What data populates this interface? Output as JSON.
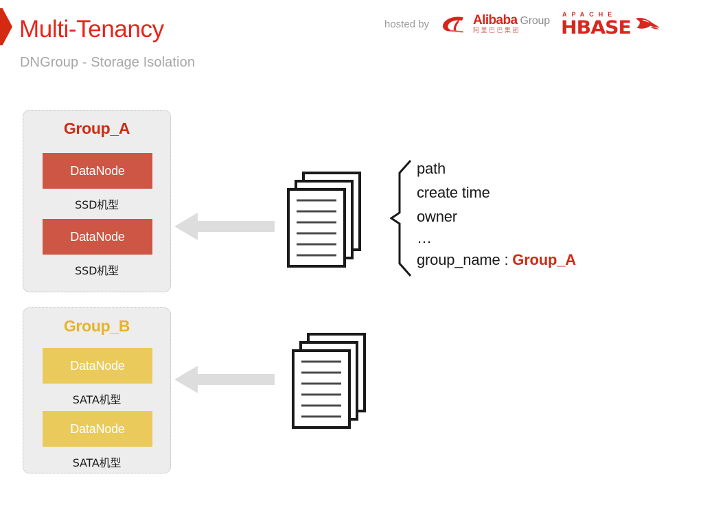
{
  "header": {
    "title": "Multi-Tenancy",
    "subtitle": "DNGroup - Storage Isolation",
    "hosted_by_label": "hosted by",
    "alibaba_logo": {
      "name": "Alibaba",
      "suffix": "Group",
      "chinese": "阿里巴巴集团"
    },
    "hbase_logo": {
      "apache": "APACHE",
      "name": "HBASE"
    },
    "accent_red": "#E8231A",
    "subtitle_gray": "#A6A6A6"
  },
  "groups": [
    {
      "id": "group-a",
      "title": "Group_A",
      "title_color": "#CC2D14",
      "node_color": "#CD5644",
      "nodes": [
        {
          "label": "DataNode",
          "hardware": "SSD机型"
        },
        {
          "label": "DataNode",
          "hardware": "SSD机型"
        }
      ]
    },
    {
      "id": "group-b",
      "title": "Group_B",
      "title_color": "#E8B22B",
      "node_color": "#EBCA5C",
      "nodes": [
        {
          "label": "DataNode",
          "hardware": "SATA机型"
        },
        {
          "label": "DataNode",
          "hardware": "SATA机型"
        }
      ]
    }
  ],
  "attributes": {
    "lines": [
      "path",
      "create time",
      "owner",
      "…"
    ],
    "group_name_key": "group_name : ",
    "group_name_value": "Group_A"
  },
  "arrow_color": "#DDDDDD"
}
